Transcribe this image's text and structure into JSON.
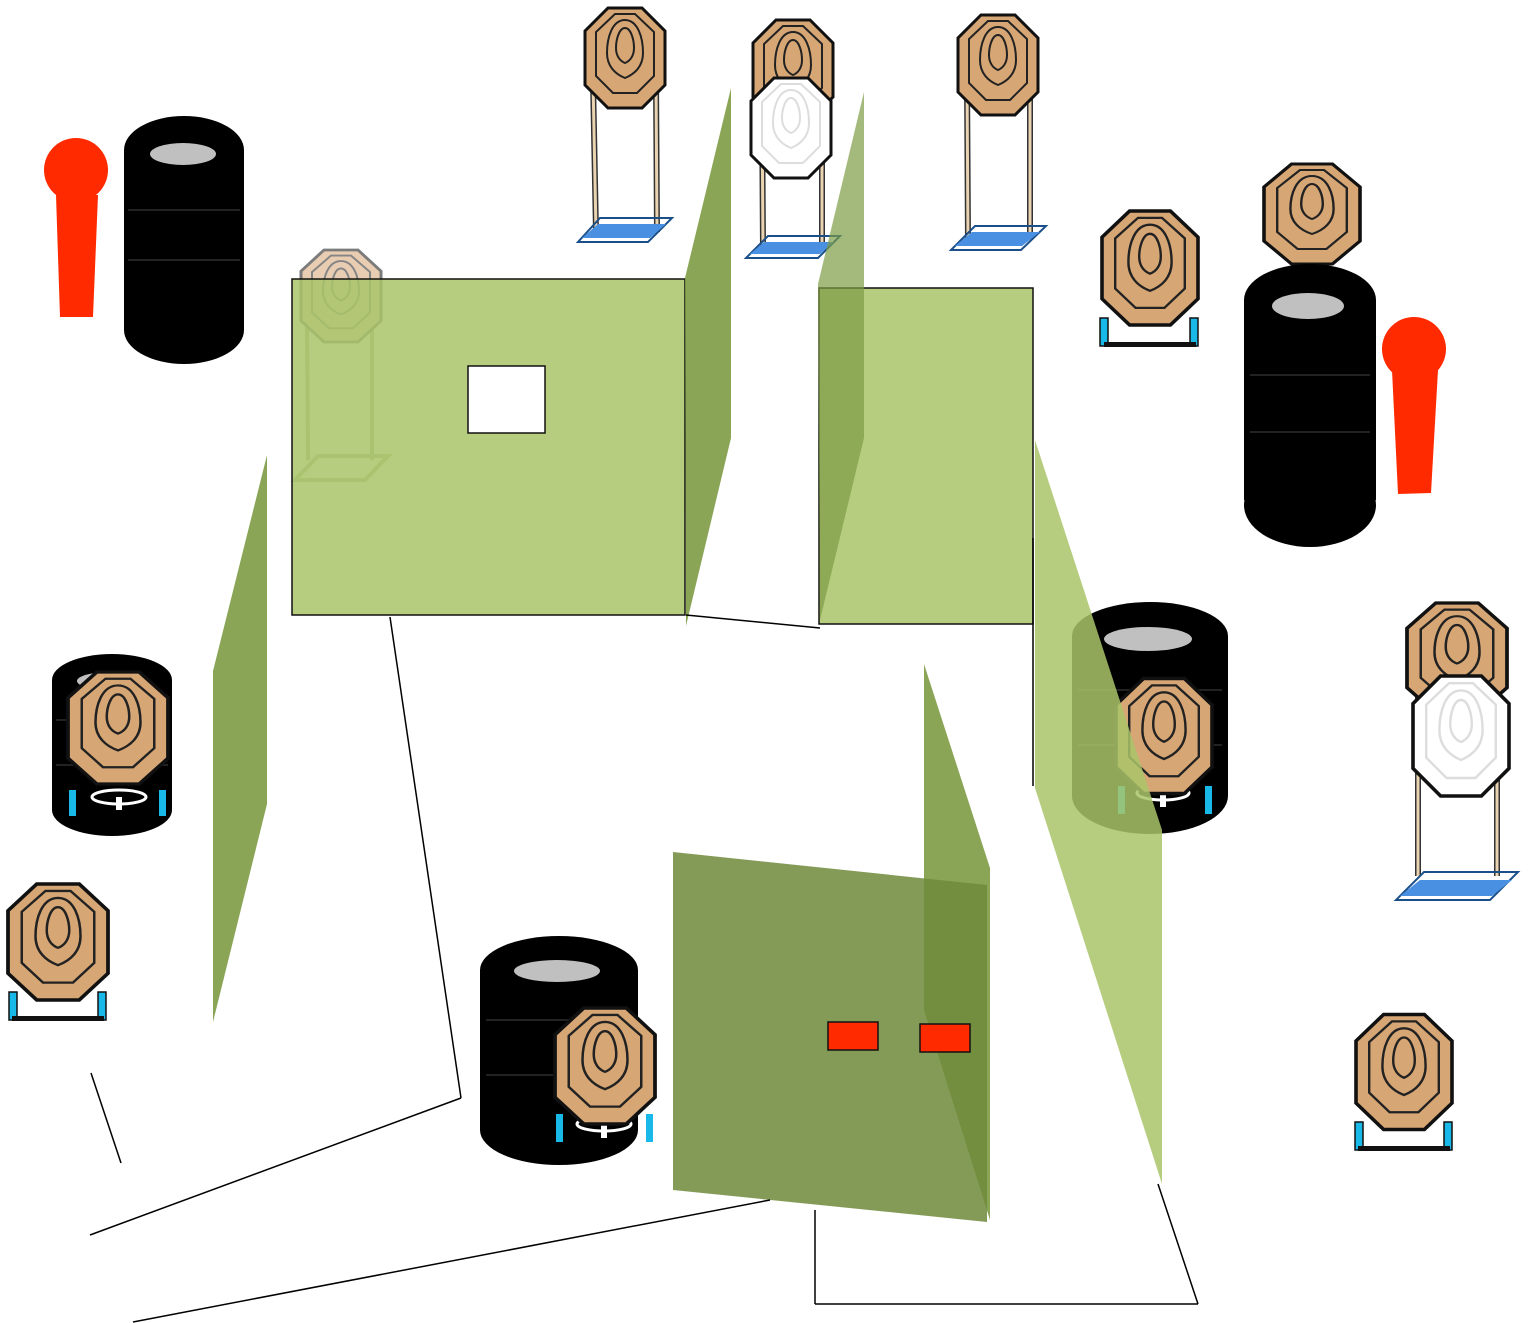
{
  "diagram": {
    "title": "",
    "colors": {
      "target_tan": "#D6A675",
      "no_shoot_white": "#FFFFFF",
      "stand_blue": "#4A90E2",
      "stand_cyan": "#18B8E8",
      "wall_light": "#A9C46A",
      "wall_dark": "#6E8A3A",
      "tire": "#000000",
      "tire_hole": "#C0C0C0",
      "popper_red": "#FF2A00",
      "port_red": "#FF2A00"
    },
    "legend_items": [],
    "elements": {
      "tall_targets": 7,
      "no_shoot_targets": 2,
      "low_targets": 4,
      "barrel_targets": 3,
      "tire_stacks": 5,
      "poppers": 2,
      "walls": 8,
      "ports": 3
    }
  }
}
